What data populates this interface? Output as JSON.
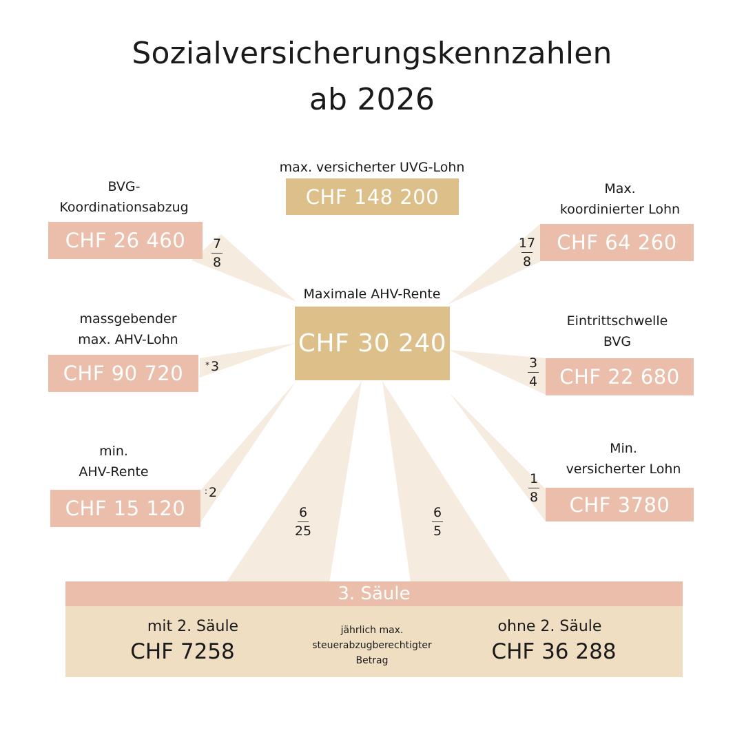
{
  "title": {
    "line1": "Sozialversicherungskennzahlen",
    "line2": "ab 2026"
  },
  "center": {
    "label": "Maximale AHV-Rente",
    "value": "CHF 30 240"
  },
  "uvg": {
    "label": "max. versicherter UVG-Lohn",
    "value": "CHF 148 200"
  },
  "bvg_koordinationsabzug": {
    "label": "BVG-\nKoordinationsabzug",
    "value": "CHF 26 460",
    "numerator": "7",
    "denominator": "8"
  },
  "massgebender_lohn": {
    "label": "massgebender\nmax. AHV-Lohn",
    "value": "CHF 90 720",
    "operator_symbol": "*",
    "operator_value": "3"
  },
  "min_ahv_rente": {
    "label": "min.\nAHV-Rente",
    "value": "CHF 15 120",
    "operator_symbol": ":",
    "operator_value": "2"
  },
  "max_koordinierter_lohn": {
    "label": "Max.\nkoordinierter Lohn",
    "value": "CHF 64 260",
    "numerator": "17",
    "denominator": "8"
  },
  "eintrittsschwelle": {
    "label": "Eintrittschwelle\nBVG",
    "value": "CHF 22 680",
    "numerator": "3",
    "denominator": "4"
  },
  "min_versicherter_lohn": {
    "label": "Min.\nversicherter Lohn",
    "value": "CHF 3780",
    "numerator": "1",
    "denominator": "8"
  },
  "fraction_left_bottom": {
    "numerator": "6",
    "denominator": "25"
  },
  "fraction_right_bottom": {
    "numerator": "6",
    "denominator": "5"
  },
  "saeule3": {
    "title": "3. Säule",
    "with_label": "mit 2. Säule",
    "with_value": "CHF 7258",
    "note": "jährlich max.\nsteuerabzugberechtigter\nBetrag",
    "without_label": "ohne 2. Säule",
    "without_value": "CHF 36 288"
  },
  "colors": {
    "pink_box": "#eabeaa",
    "gold_box": "#dcbf89",
    "ray": "#f6ebdf",
    "saeule_body": "#f0dec3"
  }
}
